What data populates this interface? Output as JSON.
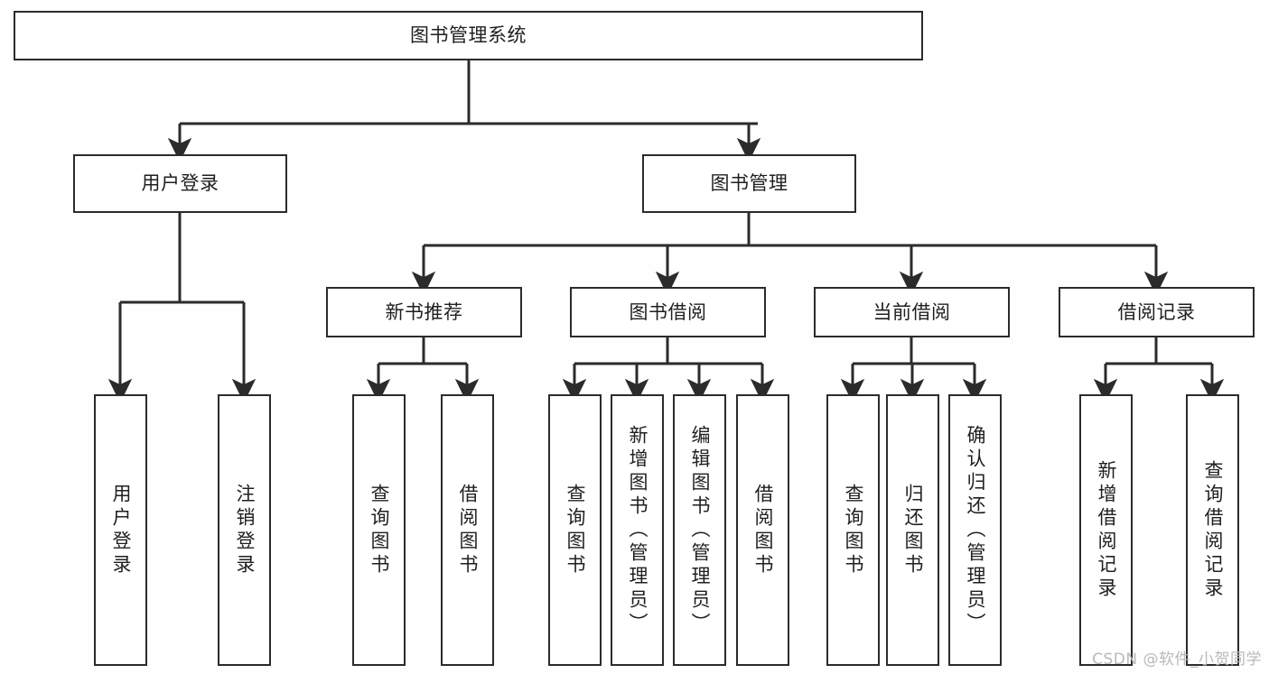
{
  "diagram": {
    "type": "tree-hierarchy-chart",
    "title_node": {
      "label": "图书管理系统"
    },
    "level1": [
      {
        "label": "用户登录"
      },
      {
        "label": "图书管理"
      }
    ],
    "level2": [
      {
        "label": "新书推荐"
      },
      {
        "label": "图书借阅"
      },
      {
        "label": "当前借阅"
      },
      {
        "label": "借阅记录"
      }
    ],
    "leaves": {
      "user_login": [
        {
          "label": "用户登录"
        },
        {
          "label": "注销登录"
        }
      ],
      "new_book_recommend": [
        {
          "label": "查询图书"
        },
        {
          "label": "借阅图书"
        }
      ],
      "book_borrow": [
        {
          "label": "查询图书"
        },
        {
          "label": "新增图书（管理员）"
        },
        {
          "label": "编辑图书（管理员）"
        },
        {
          "label": "借阅图书"
        }
      ],
      "current_borrow": [
        {
          "label": "查询图书"
        },
        {
          "label": "归还图书"
        },
        {
          "label": "确认归还（管理员）"
        }
      ],
      "borrow_record": [
        {
          "label": "新增借阅记录"
        },
        {
          "label": "查询借阅记录"
        }
      ]
    }
  },
  "watermark": {
    "text": "CSDN @软件_小贺同学"
  },
  "colors": {
    "box_border": "#2b2b2b",
    "box_fill": "#ffffff",
    "connector": "#2b2b2b",
    "text": "#1f1f1f",
    "watermark": "#b9b9b9",
    "page_background": "#fefefe"
  }
}
